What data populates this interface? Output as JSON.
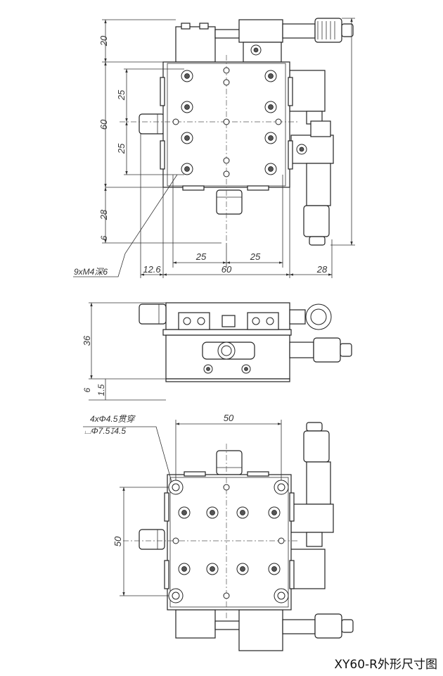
{
  "caption": "XY60-R外形尺寸图",
  "top_view": {
    "dims": {
      "d20": "20",
      "d25a": "25",
      "d60v": "60",
      "d25b": "25",
      "d28v": "28",
      "d6": "6",
      "d12_6": "12.6",
      "d25h1": "25",
      "d25h2": "25",
      "d60h": "60",
      "d28h": "28"
    },
    "note": "9xM4深6"
  },
  "side_view": {
    "dims": {
      "d36": "36",
      "d6": "6",
      "d1_5": "1.5"
    }
  },
  "bottom_view": {
    "dims": {
      "d50h": "50",
      "d50v": "50"
    },
    "note_line1": "4xΦ4.5贯穿",
    "note_line2": "⌴Φ7.5↧4.5"
  },
  "colors": {
    "line": "#222222",
    "text": "#333333",
    "fill": "#ffffff"
  }
}
